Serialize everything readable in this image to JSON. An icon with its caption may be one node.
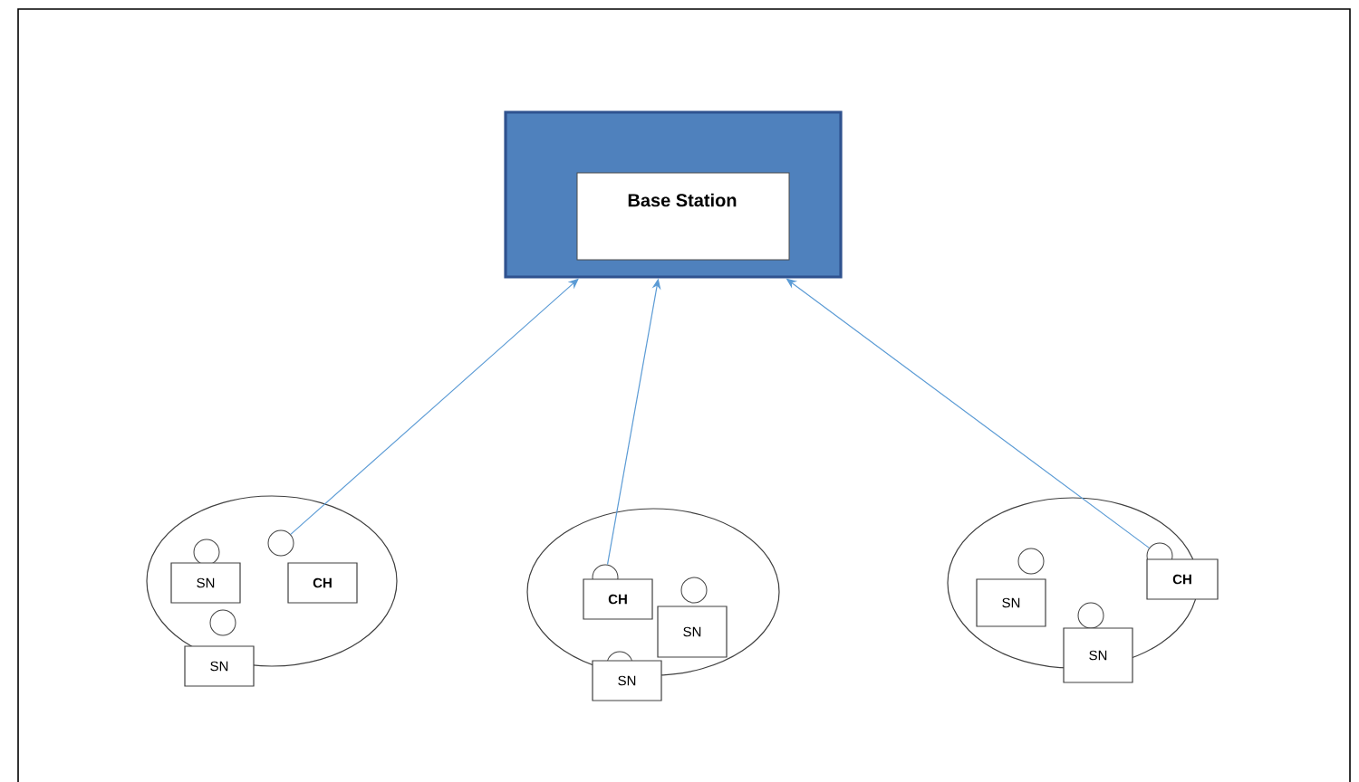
{
  "diagram": {
    "nodes": [
      {
        "text": [
          "Base Station"
        ]
      },
      {
        "text": [],
        "shape": "ellipse"
      },
      {
        "text": [
          "SN"
        ],
        "in": 1
      },
      {
        "text": [
          "CH"
        ],
        "in": 1
      },
      {
        "text": [
          "SN"
        ]
      },
      {
        "text": [],
        "shape": "ellipse"
      },
      {
        "text": [
          "CH"
        ],
        "in": 5
      },
      {
        "text": [
          "SN"
        ],
        "in": 5
      },
      {
        "text": [
          "SN"
        ]
      },
      {
        "text": [],
        "shape": "ellipse"
      },
      {
        "text": [
          "SN"
        ],
        "in": 9
      },
      {
        "text": [
          "CH"
        ]
      },
      {
        "text": [
          "SN"
        ]
      }
    ],
    "edges": [
      {
        "from": 3,
        "to": 0,
        "arrow": "to"
      },
      {
        "from": 6,
        "to": 0,
        "arrow": "to"
      },
      {
        "from": 11,
        "to": 0,
        "arrow": "to"
      }
    ]
  }
}
